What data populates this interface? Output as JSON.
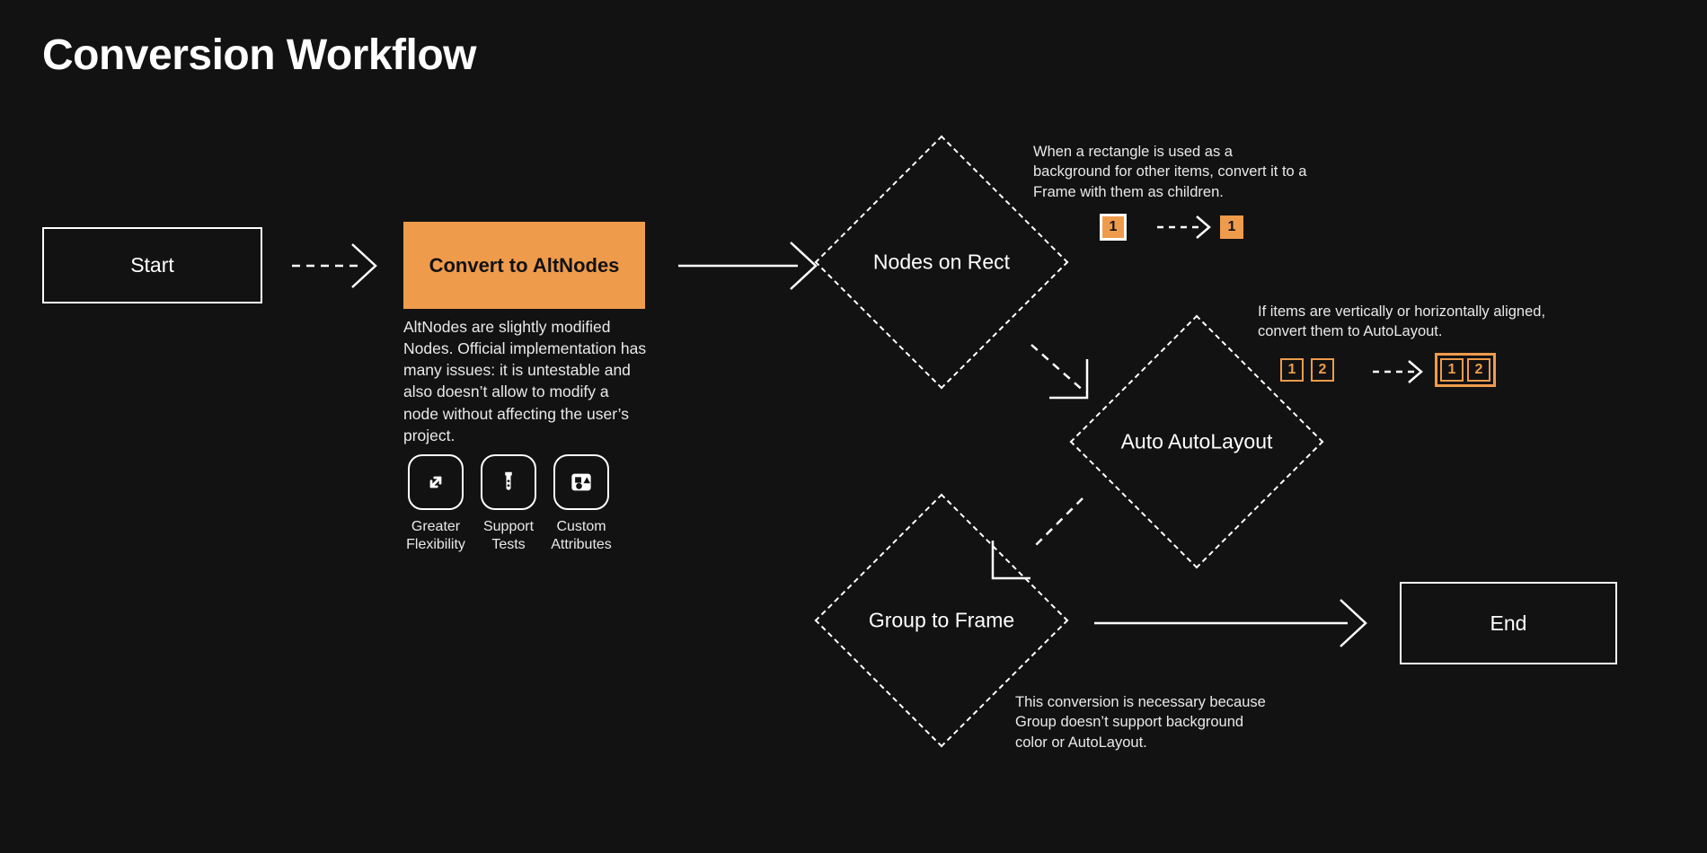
{
  "title": "Conversion Workflow",
  "theme": {
    "background": "#121212",
    "accent": "#ef9b4c",
    "stroke": "#ffffff",
    "text": "#e9e9e9"
  },
  "nodes": {
    "start": {
      "label": "Start"
    },
    "convert": {
      "label": "Convert to AltNodes"
    },
    "nodes_on_rect": {
      "label": "Nodes on Rect"
    },
    "auto_autolayout": {
      "label": "Auto AutoLayout"
    },
    "group_to_frame": {
      "label": "Group to Frame"
    },
    "end": {
      "label": "End"
    }
  },
  "altnodes_description": "AltNodes are slightly modified Nodes. Official implementation has many issues: it is untestable and also doesn’t allow to modify a node without affecting the user’s project.",
  "features": [
    {
      "icon": "expand-diagonal-icon",
      "label": "Greater\nFlexibility"
    },
    {
      "icon": "test-tube-icon",
      "label": "Support\nTests"
    },
    {
      "icon": "shapes-icon",
      "label": "Custom\nAttributes"
    }
  ],
  "annotations": {
    "nodes_on_rect": {
      "text": "When a rectangle is used as a background for other items, convert it to a Frame with them as children.",
      "before": [
        "1"
      ],
      "after": [
        "1"
      ]
    },
    "auto_autolayout": {
      "text": "If items are vertically or horizontally aligned, convert them to AutoLayout.",
      "before": [
        "1",
        "2"
      ],
      "after": [
        "1",
        "2"
      ]
    },
    "group_to_frame": {
      "text": "This conversion is necessary because Group doesn’t support background color or AutoLayout."
    }
  },
  "chart_data": {
    "type": "diagram",
    "flow": [
      {
        "from": "Start",
        "to": "Convert to AltNodes",
        "style": "dashed"
      },
      {
        "from": "Convert to AltNodes",
        "to": "Nodes on Rect",
        "style": "solid"
      },
      {
        "from": "Nodes on Rect",
        "to": "Auto AutoLayout",
        "style": "dashed"
      },
      {
        "from": "Auto AutoLayout",
        "to": "Group to Frame",
        "style": "dashed"
      },
      {
        "from": "Group to Frame",
        "to": "End",
        "style": "solid"
      }
    ]
  }
}
